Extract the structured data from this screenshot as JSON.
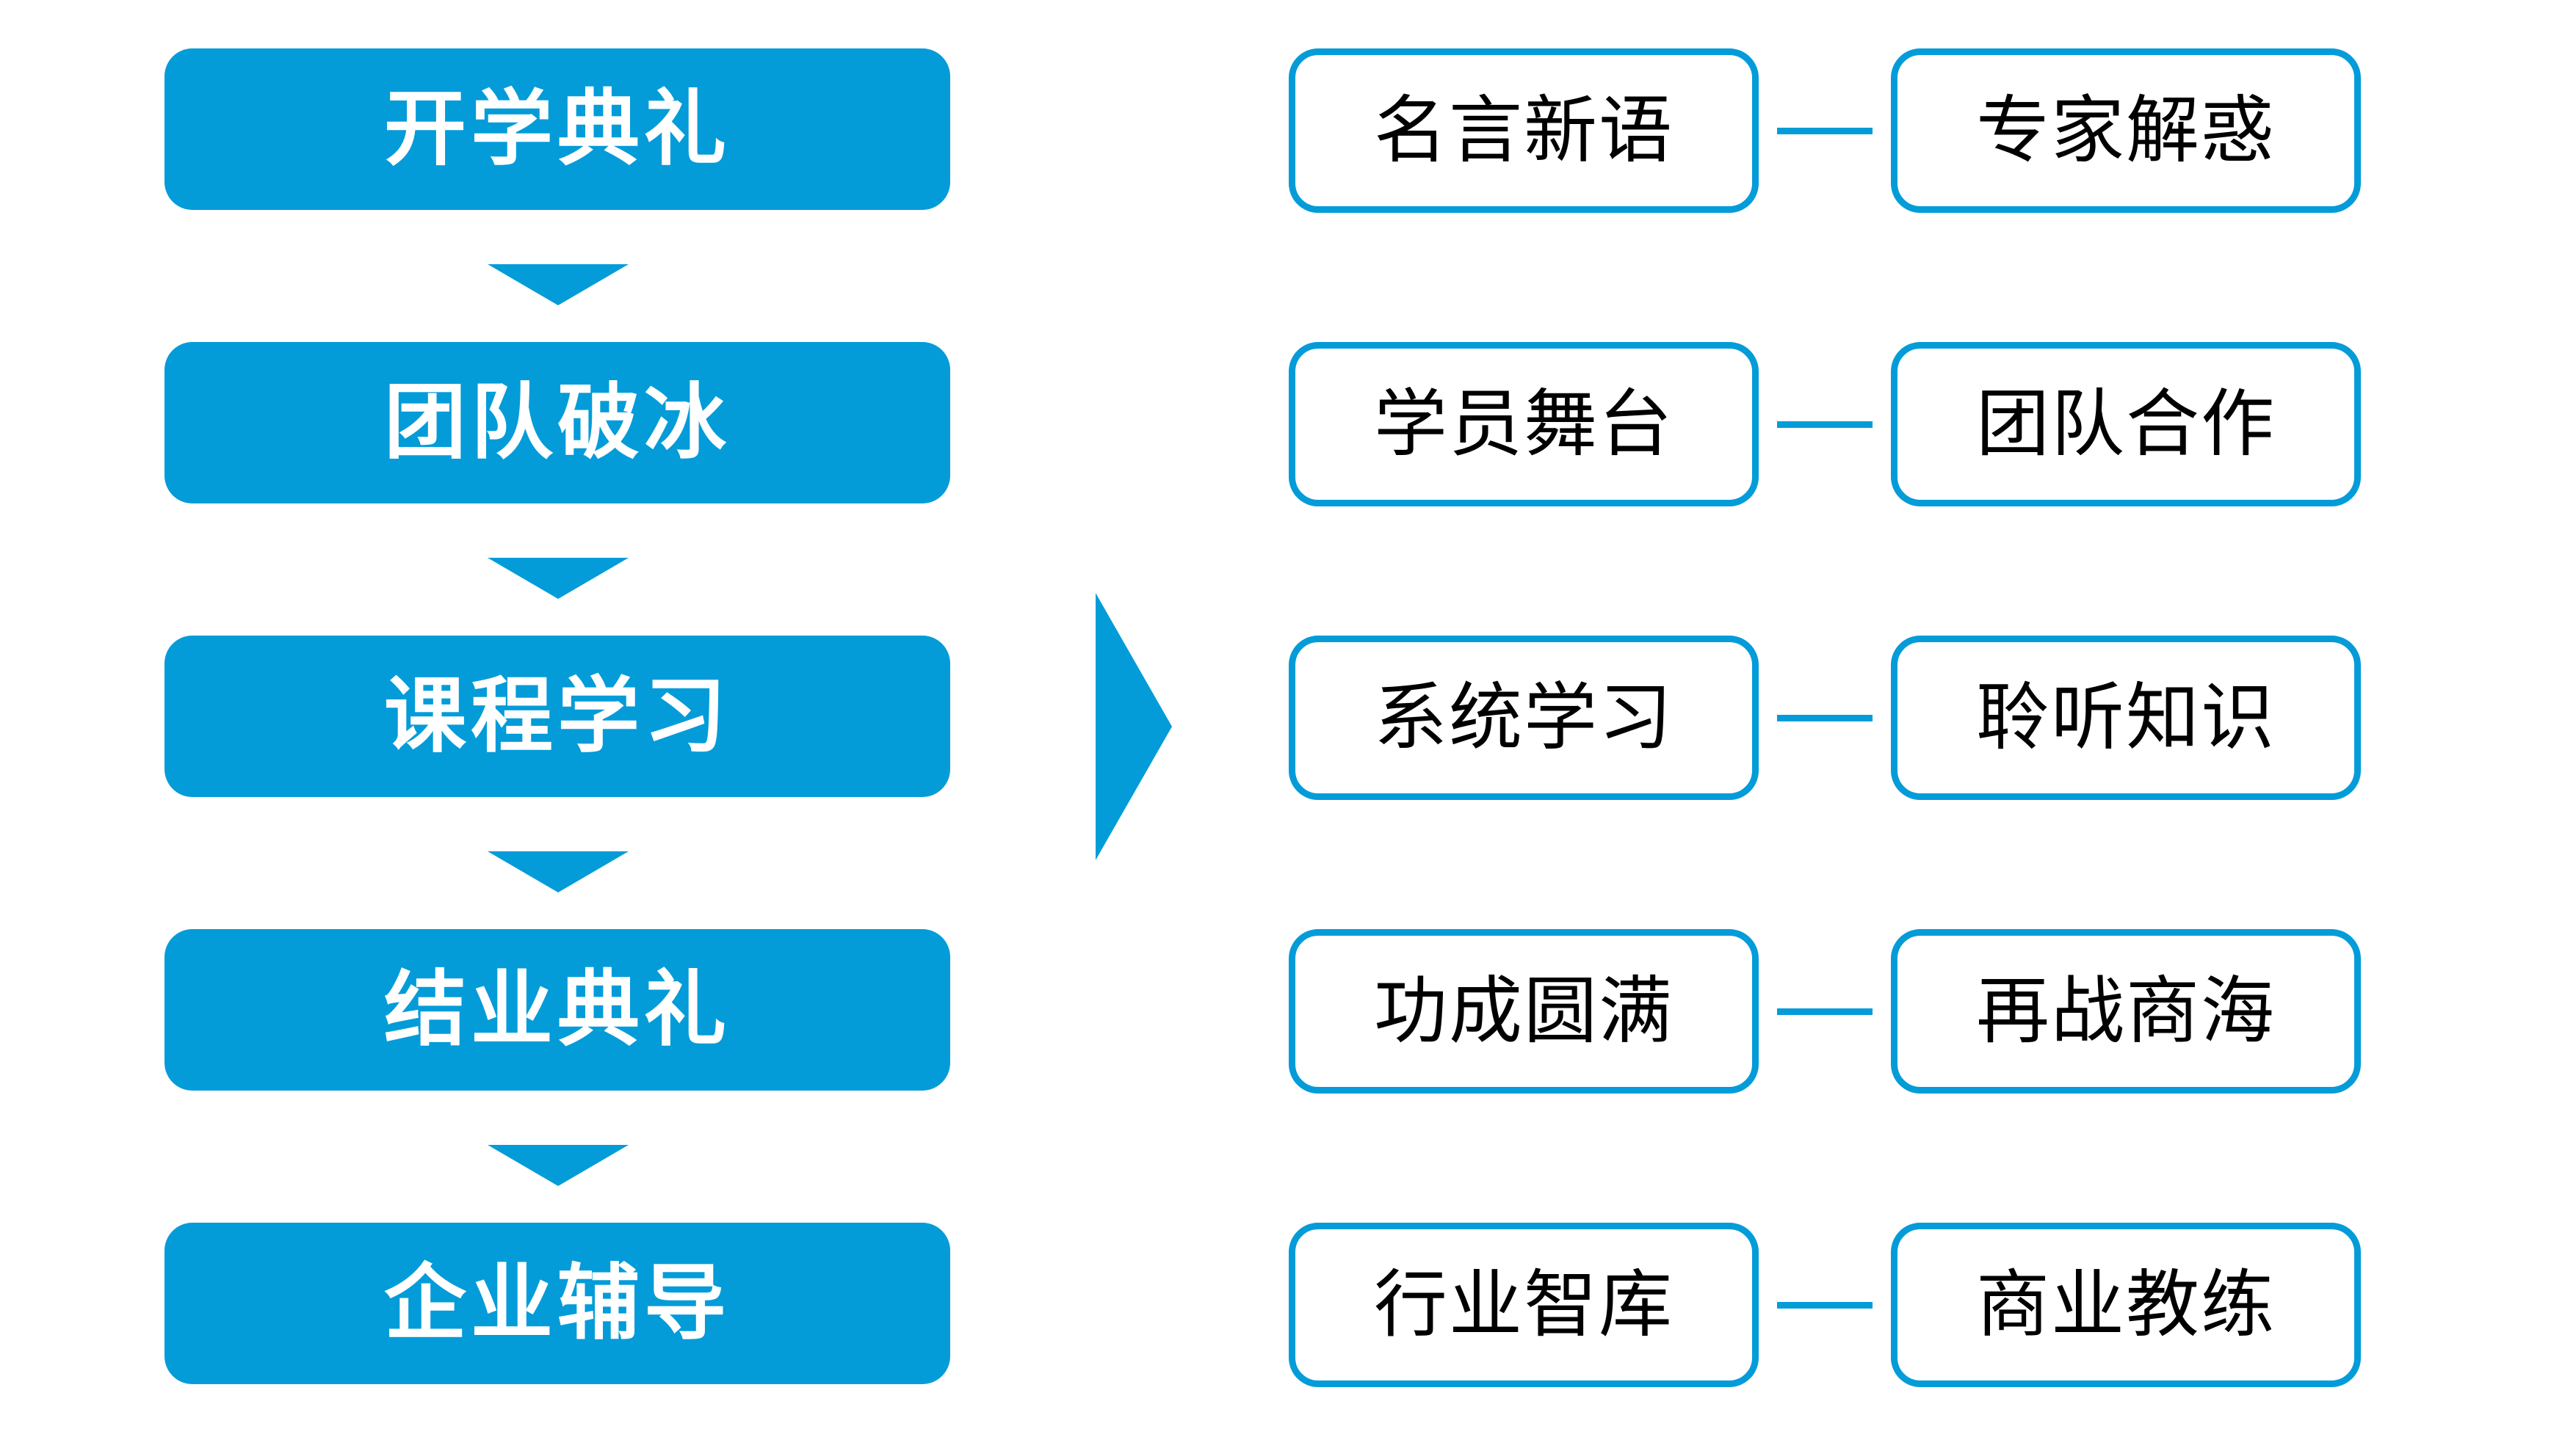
{
  "diagram": {
    "accent_color": "#039CD9",
    "text_color_on_accent": "#FFFFFF",
    "text_color_outline": "#000000",
    "background": "#FFFFFF"
  },
  "flow": {
    "stages": [
      {
        "label": "开学典礼"
      },
      {
        "label": "团队破冰"
      },
      {
        "label": "课程学习"
      },
      {
        "label": "结业典礼"
      },
      {
        "label": "企业辅导"
      }
    ],
    "connector_icon": "down-triangle-icon"
  },
  "bridge": {
    "icon": "right-triangle-arrow-icon"
  },
  "details": {
    "rows": [
      {
        "left": "名言新语",
        "right": "专家解惑"
      },
      {
        "left": "学员舞台",
        "right": "团队合作"
      },
      {
        "left": "系统学习",
        "right": "聆听知识"
      },
      {
        "left": "功成圆满",
        "right": "再战商海"
      },
      {
        "left": "行业智库",
        "right": "商业教练"
      }
    ],
    "connector_icon": "horizontal-line-icon"
  }
}
